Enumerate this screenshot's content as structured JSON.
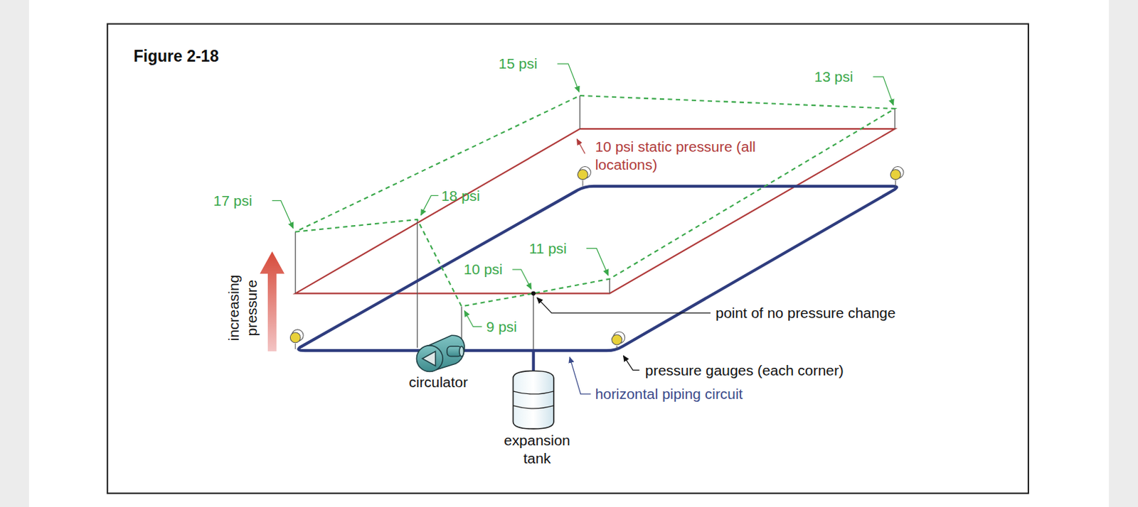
{
  "diagram": {
    "title": "Figure 2-18",
    "labels": [
      "15 psi",
      "13 psi",
      "10 psi static pressure (all locations)",
      "17 psi",
      "18 psi",
      "11 psi",
      "10 psi",
      "point of no pressure change",
      "9 psi",
      "increasing pressure",
      "circulator",
      "expansion tank",
      "pressure gauges (each corner)",
      "horizontal piping circuit"
    ]
  }
}
